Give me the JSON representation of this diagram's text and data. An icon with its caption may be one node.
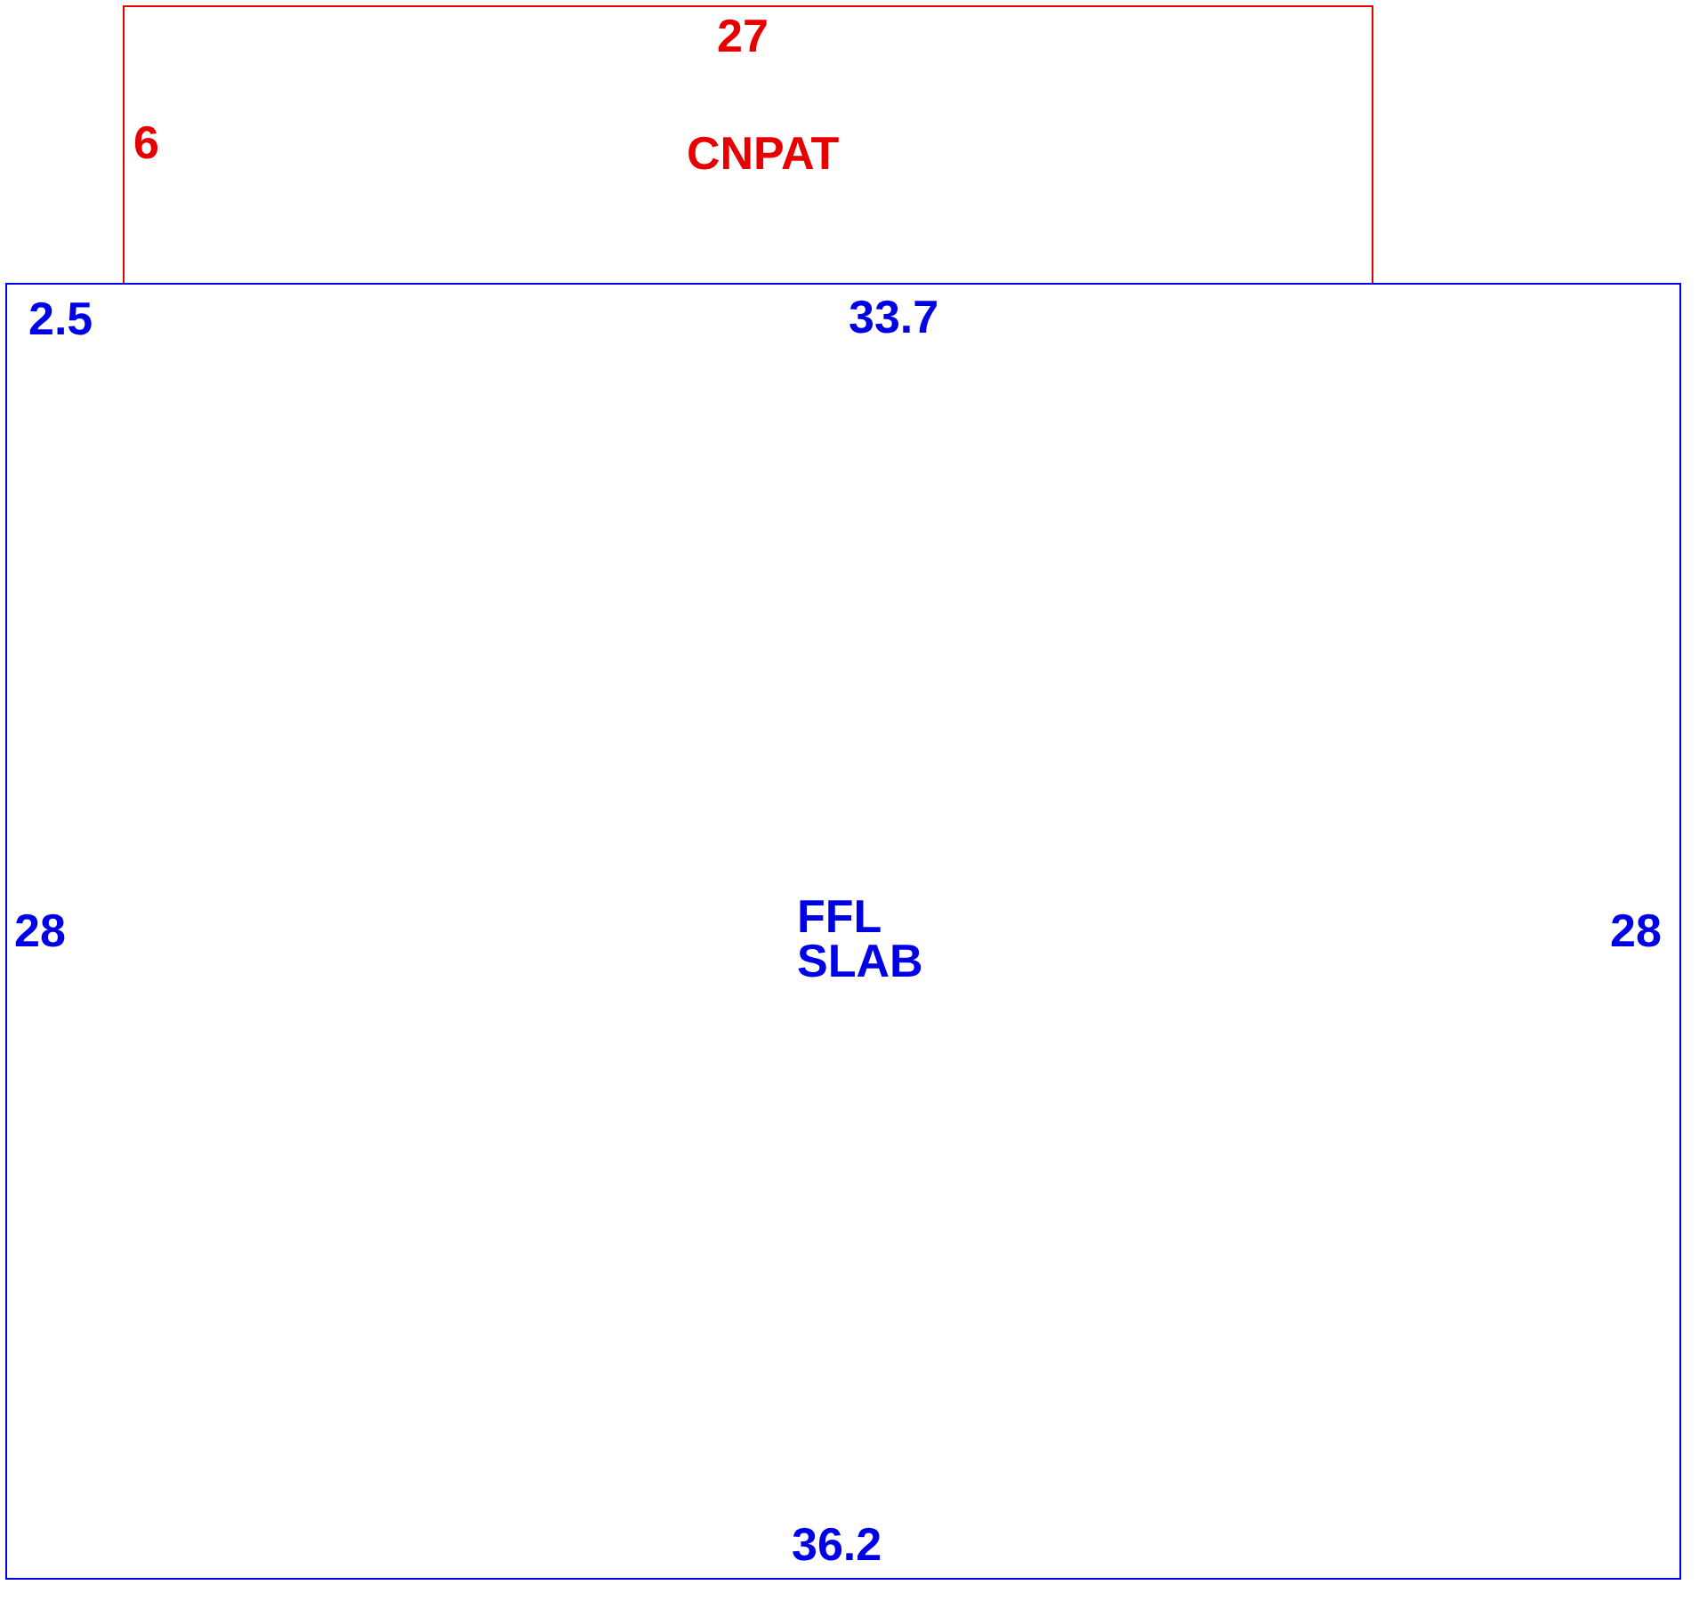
{
  "diagram": {
    "nodes": [
      {
        "text": [
          "CNPAT"
        ]
      },
      {
        "text": [
          "FFL SLAB"
        ]
      }
    ],
    "labels": [
      "27",
      "6",
      "2.5",
      "33.7",
      "28",
      "28",
      "36.2"
    ]
  }
}
